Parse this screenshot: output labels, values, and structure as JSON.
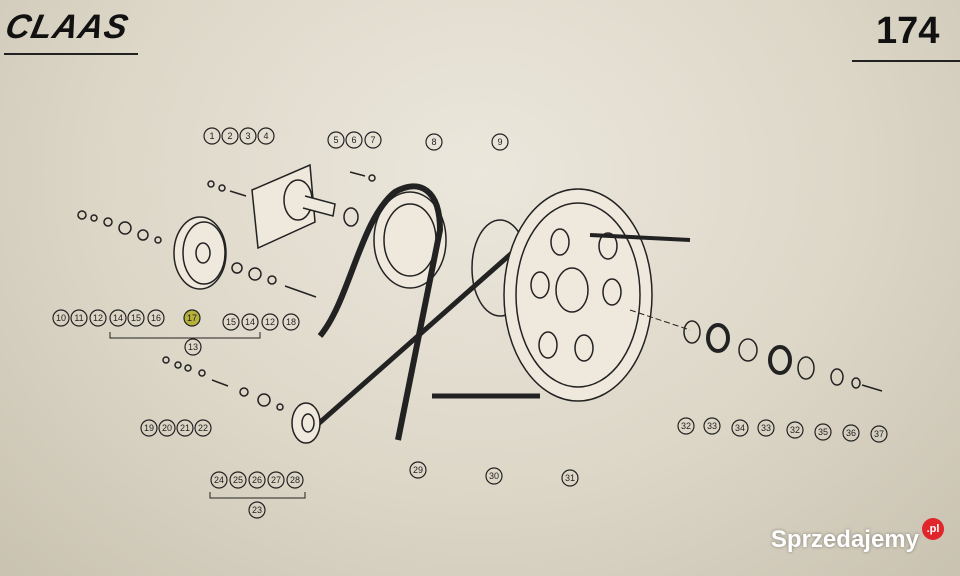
{
  "header": {
    "brand": "CLAAS",
    "page_number": "174"
  },
  "callouts": [
    "1",
    "2",
    "3",
    "4",
    "5",
    "6",
    "7",
    "8",
    "9",
    "10",
    "11",
    "12",
    "14",
    "15",
    "16",
    "17",
    "15",
    "14",
    "12",
    "18",
    "13",
    "19",
    "20",
    "21",
    "22",
    "24",
    "25",
    "26",
    "27",
    "28",
    "23",
    "29",
    "30",
    "31",
    "32",
    "33",
    "34",
    "33",
    "32",
    "35",
    "36",
    "37"
  ],
  "highlighted_part": "17",
  "colors": {
    "highlight": "#b5b13a",
    "ink": "#222222",
    "watermark_badge": "#e0262b"
  },
  "watermark": {
    "text": "Sprzedajemy",
    "badge": ".pl"
  }
}
